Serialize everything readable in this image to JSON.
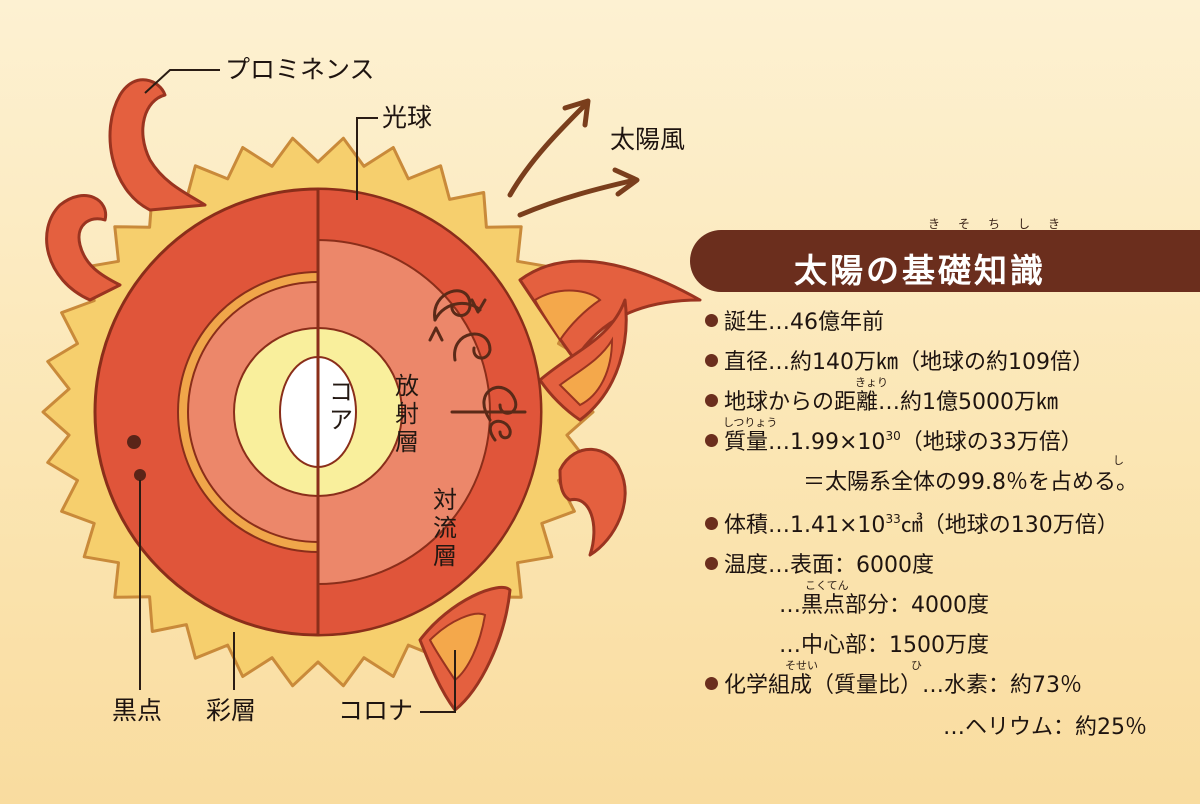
{
  "labels": {
    "prominence": "プロミネンス",
    "photosphere": "光球",
    "solar_wind": "太陽風",
    "core": "コア",
    "radiative_zone": "放射層",
    "convective_zone": "対流層",
    "sunspot": "黒点",
    "chromosphere": "彩層",
    "corona": "コロナ"
  },
  "info": {
    "title": "太陽の基礎知識",
    "title_ruby": "きそちしき",
    "facts": [
      {
        "label": "誕生",
        "value": "…46億年前"
      },
      {
        "label": "直径",
        "value": "…約140万㎞（地球の約109倍）"
      },
      {
        "label": "地球からの距離",
        "value": "…約1億5000万㎞",
        "ruby": "きょり"
      },
      {
        "label": "質量",
        "value": "…1.99×10",
        "exponent": "30",
        "value_tail": "（地球の33万倍）",
        "ruby": "しつりょう",
        "continuation": "＝太陽系全体の99.8％を占める。",
        "continuation_ruby": "し"
      },
      {
        "label": "体積",
        "value": "…1.41×10",
        "exponent": "33",
        "value_tail": "㎤（地球の130万倍）"
      },
      {
        "label": "温度",
        "value": "…表面：6000度",
        "extra": [
          "…黒点部分：4000度",
          "…中心部：1500万度"
        ],
        "extra_ruby": "こくてん"
      },
      {
        "label": "化学組成（質量比）",
        "value": "…水素：約73％",
        "ruby": "そせい",
        "ruby2": "ひ",
        "extra": [
          "…ヘリウム：約25％"
        ]
      }
    ]
  },
  "colors": {
    "background": "#fbe6b4",
    "corona_yellow": "#f7cf6c",
    "photosphere_red": "#e0553a",
    "inner_salmon": "#ec876a",
    "radiative_yellow": "#f9ef9c",
    "core_white": "#ffffff",
    "title_brown": "#6b2e1d",
    "arrow_brown": "#7a3e1c",
    "flame_orange": "#f4a84b"
  }
}
